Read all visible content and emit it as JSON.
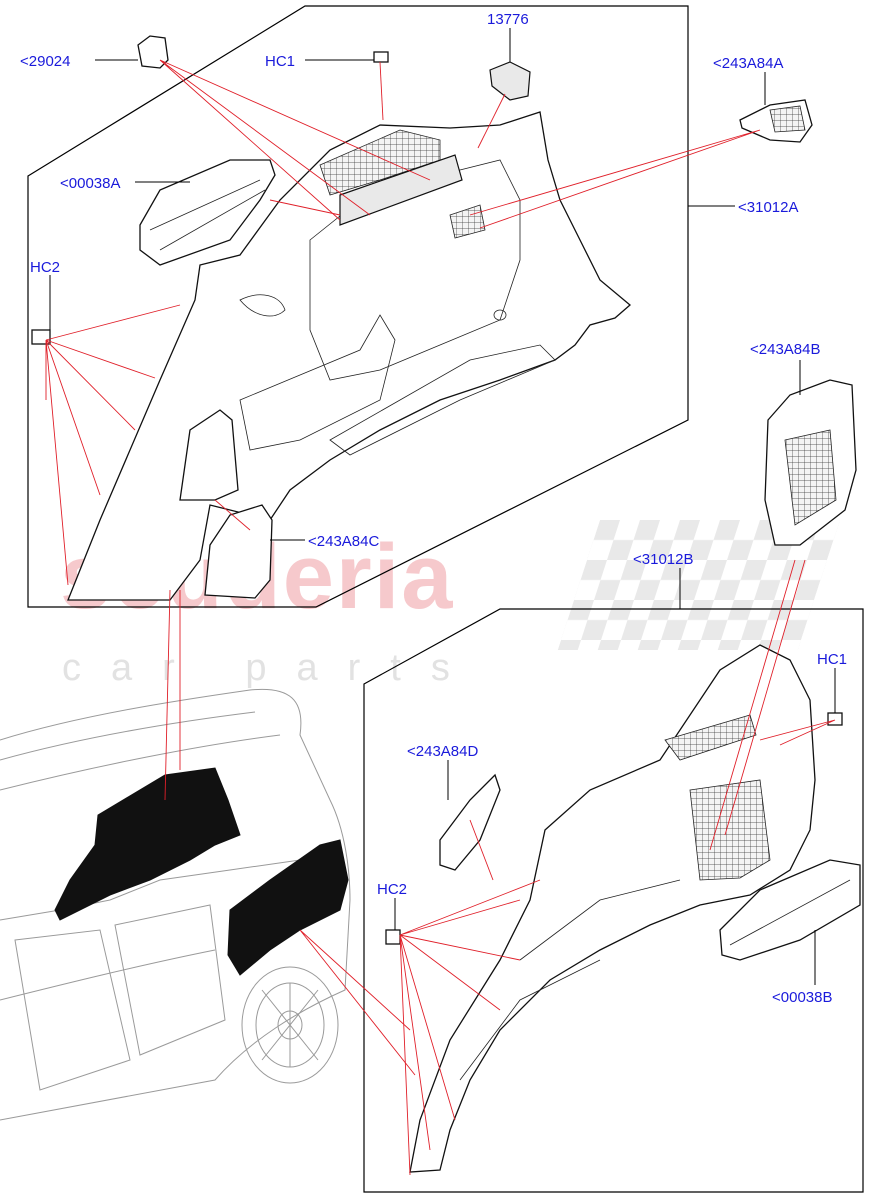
{
  "watermark": {
    "brand": "scuderia",
    "sub": "car parts"
  },
  "callouts": {
    "c29024": "<29024",
    "hc1_top": "HC1",
    "c13776": "13776",
    "c243A84A": "<243A84A",
    "c00038A": "<00038A",
    "c31012A": "<31012A",
    "hc2_top": "HC2",
    "c243A84B": "<243A84B",
    "c243A84C": "<243A84C",
    "c31012B": "<31012B",
    "hc1_bottom": "HC1",
    "c243A84D": "<243A84D",
    "hc2_bottom": "HC2",
    "c00038B": "<00038B"
  },
  "colors": {
    "callout_text": "#1a1adb",
    "highlight_lines": "#e0202a",
    "watermark_red": "#f6c9cc",
    "watermark_grey": "#e2e2e2"
  }
}
